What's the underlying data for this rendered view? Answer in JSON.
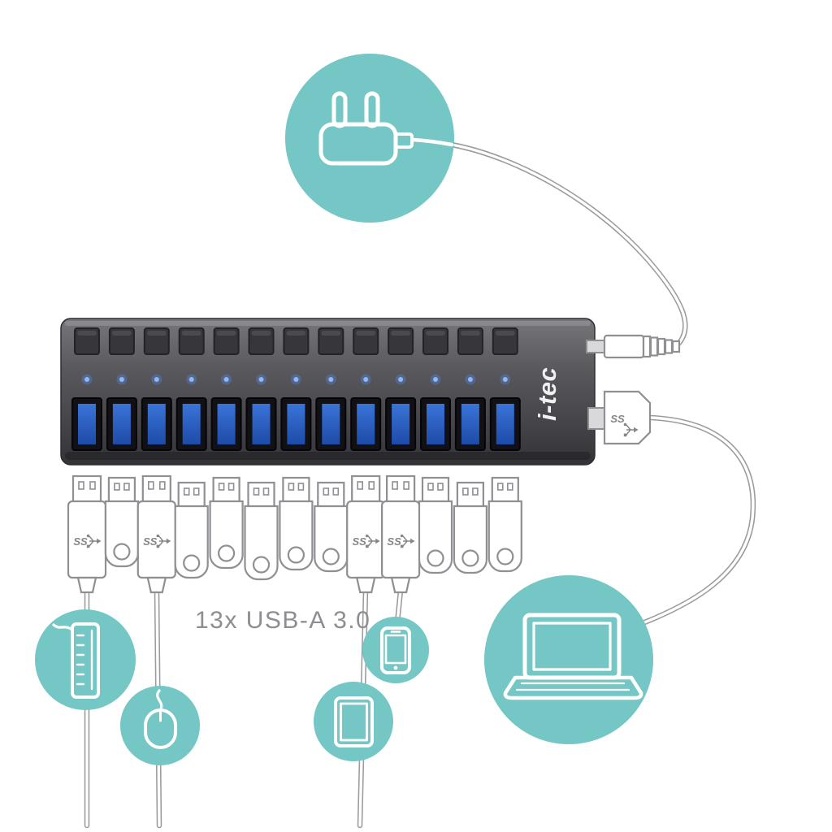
{
  "diagram": {
    "brand_logo": "i-tec",
    "ports_label": "13x USB-A 3.0",
    "usb3_badge": "SS",
    "hub": {
      "port_count": 13,
      "port_type": "USB-A 3.0",
      "connected_ports": [
        1,
        3,
        9,
        10
      ]
    },
    "colors": {
      "teal": "#74c7c4",
      "hub_dark": "#3f3f44",
      "led_blue": "#8ab8ff",
      "port_blue": "#2b63c9",
      "cable_gray": "#9b9b9f",
      "outline_gray": "#8f8f94"
    },
    "icons": [
      "power-plug-icon",
      "usb-b-plug-icon",
      "usb-a-plug-icon",
      "usb-trident-icon",
      "laptop-icon",
      "external-drive-icon",
      "mouse-icon",
      "tablet-icon",
      "smartphone-icon"
    ]
  }
}
